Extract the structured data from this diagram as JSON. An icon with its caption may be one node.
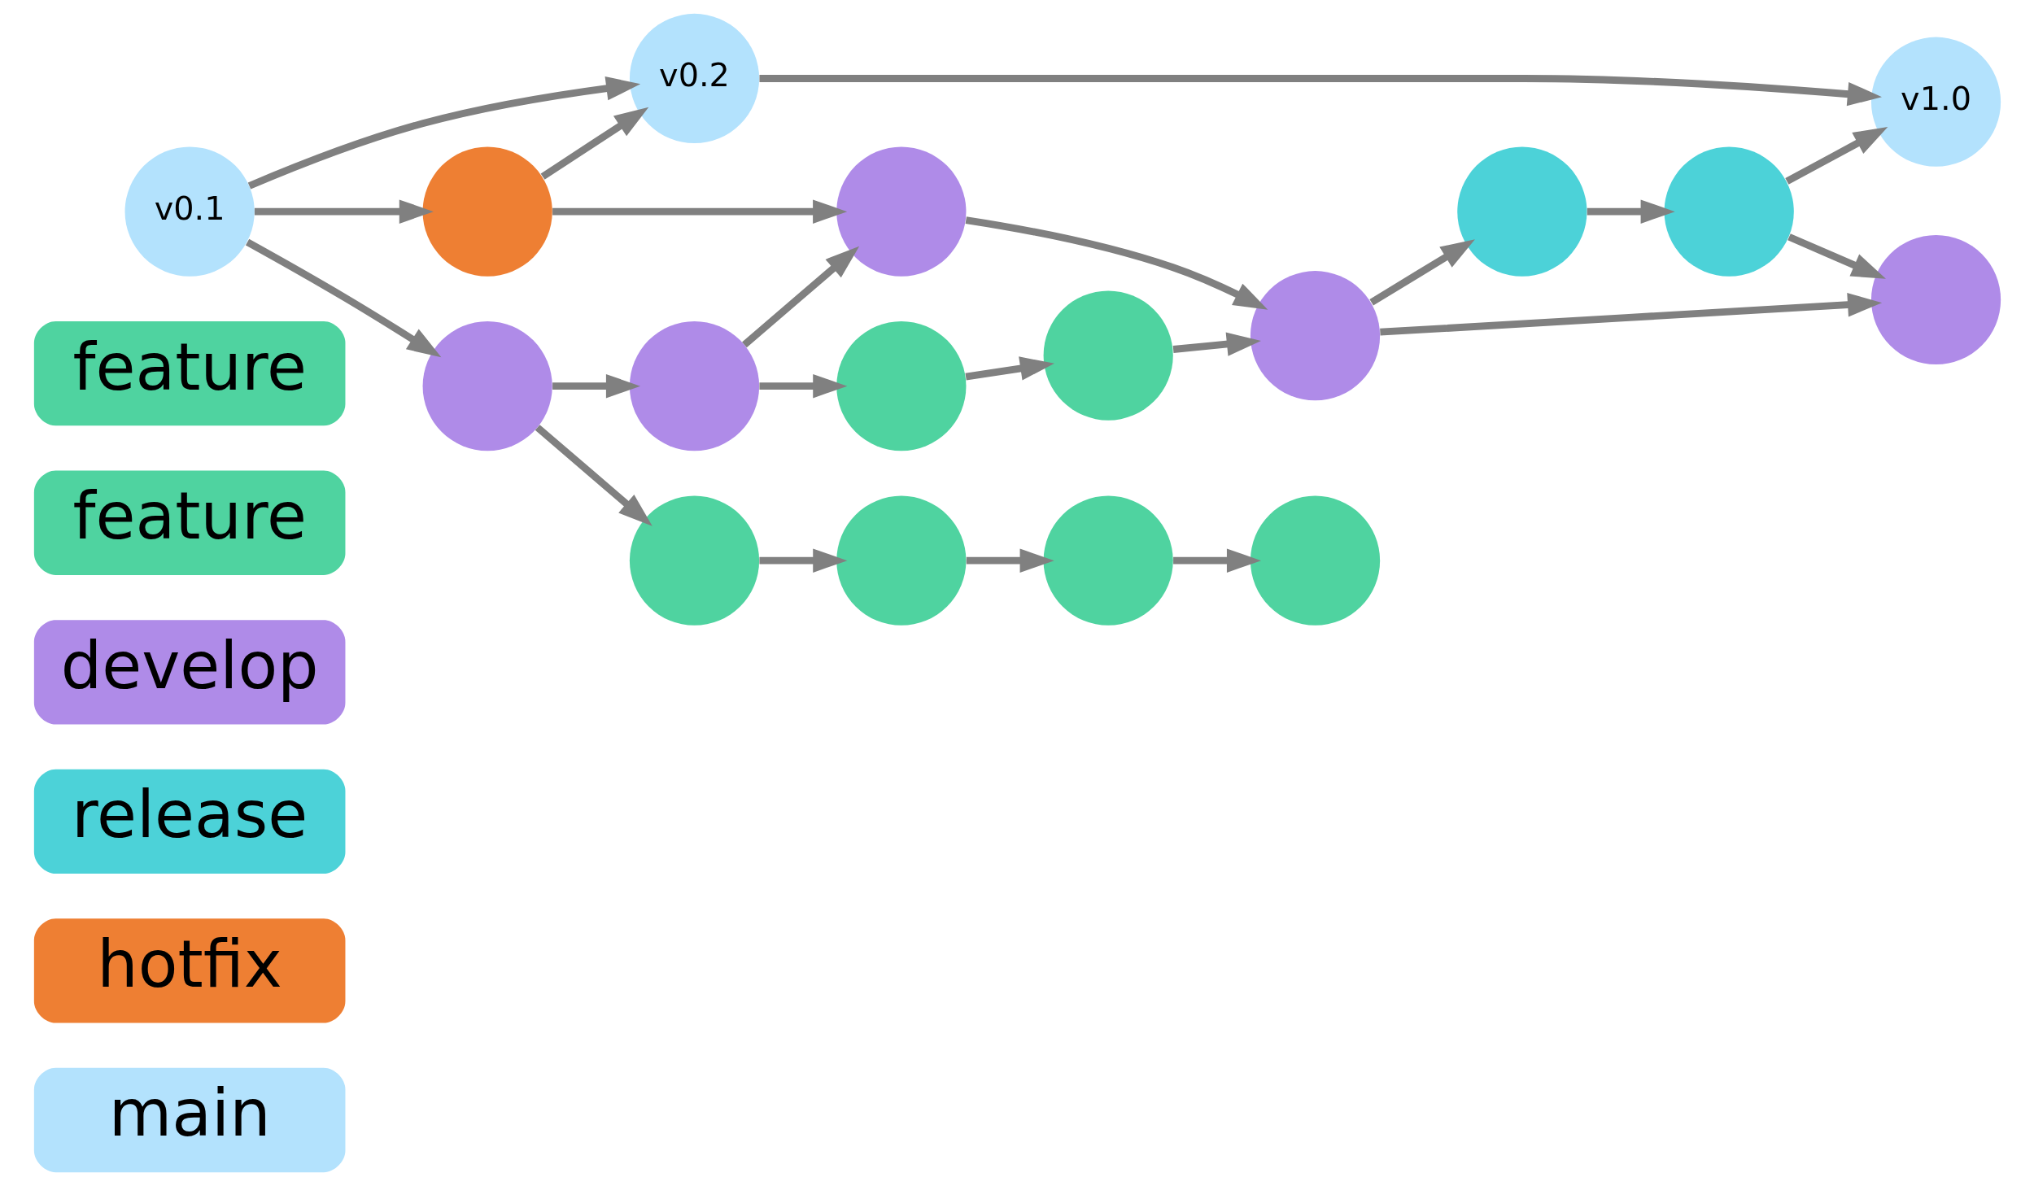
{
  "diagram": {
    "nodes": [
      {
        "text": [
          "main"
        ]
      },
      {
        "text": [
          "hotfix"
        ]
      },
      {
        "text": [
          "release"
        ]
      },
      {
        "text": [
          "develop"
        ]
      },
      {
        "text": [
          "feature"
        ]
      },
      {
        "text": [
          "feature"
        ]
      },
      {
        "text": [
          "v0.1"
        ]
      },
      {
        "text": [
          "v0.2"
        ]
      },
      {
        "text": [
          "v1.0"
        ]
      },
      {
        "text": [],
        "shape": "circle"
      },
      {
        "text": [],
        "shape": "circle"
      },
      {
        "text": [],
        "shape": "circle"
      },
      {
        "text": [],
        "shape": "circle"
      },
      {
        "text": [],
        "shape": "circle"
      },
      {
        "text": [],
        "shape": "circle"
      },
      {
        "text": [],
        "shape": "circle"
      },
      {
        "text": [],
        "shape": "circle"
      },
      {
        "text": [],
        "shape": "circle"
      },
      {
        "text": [],
        "shape": "circle"
      },
      {
        "text": [],
        "shape": "circle"
      },
      {
        "text": [],
        "shape": "circle"
      },
      {
        "text": [],
        "shape": "circle"
      },
      {
        "text": [],
        "shape": "circle"
      }
    ],
    "edges": [
      {
        "from": 6,
        "to": 7,
        "arrow": "to"
      },
      {
        "from": 7,
        "to": 8,
        "arrow": "to"
      },
      {
        "from": 6,
        "to": 9,
        "arrow": "to"
      },
      {
        "from": 9,
        "to": 7,
        "arrow": "to"
      },
      {
        "from": 6,
        "to": 12,
        "arrow": "to"
      },
      {
        "from": 9,
        "to": 14,
        "arrow": "to"
      },
      {
        "from": 12,
        "to": 13,
        "arrow": "to"
      },
      {
        "from": 13,
        "to": 14,
        "arrow": "to"
      },
      {
        "from": 14,
        "to": 15,
        "arrow": "to"
      },
      {
        "from": 15,
        "to": 16,
        "arrow": "to"
      },
      {
        "from": 13,
        "to": 17,
        "arrow": "to"
      },
      {
        "from": 17,
        "to": 18,
        "arrow": "to"
      },
      {
        "from": 18,
        "to": 15,
        "arrow": "to"
      },
      {
        "from": 15,
        "to": 10,
        "arrow": "to"
      },
      {
        "from": 10,
        "to": 11,
        "arrow": "to"
      },
      {
        "from": 11,
        "to": 8,
        "arrow": "to"
      },
      {
        "from": 11,
        "to": 16,
        "arrow": "to"
      },
      {
        "from": 12,
        "to": 19,
        "arrow": "to"
      },
      {
        "from": 19,
        "to": 20,
        "arrow": "to"
      },
      {
        "from": 20,
        "to": 21,
        "arrow": "to"
      },
      {
        "from": 21,
        "to": 22,
        "arrow": "to"
      }
    ]
  }
}
